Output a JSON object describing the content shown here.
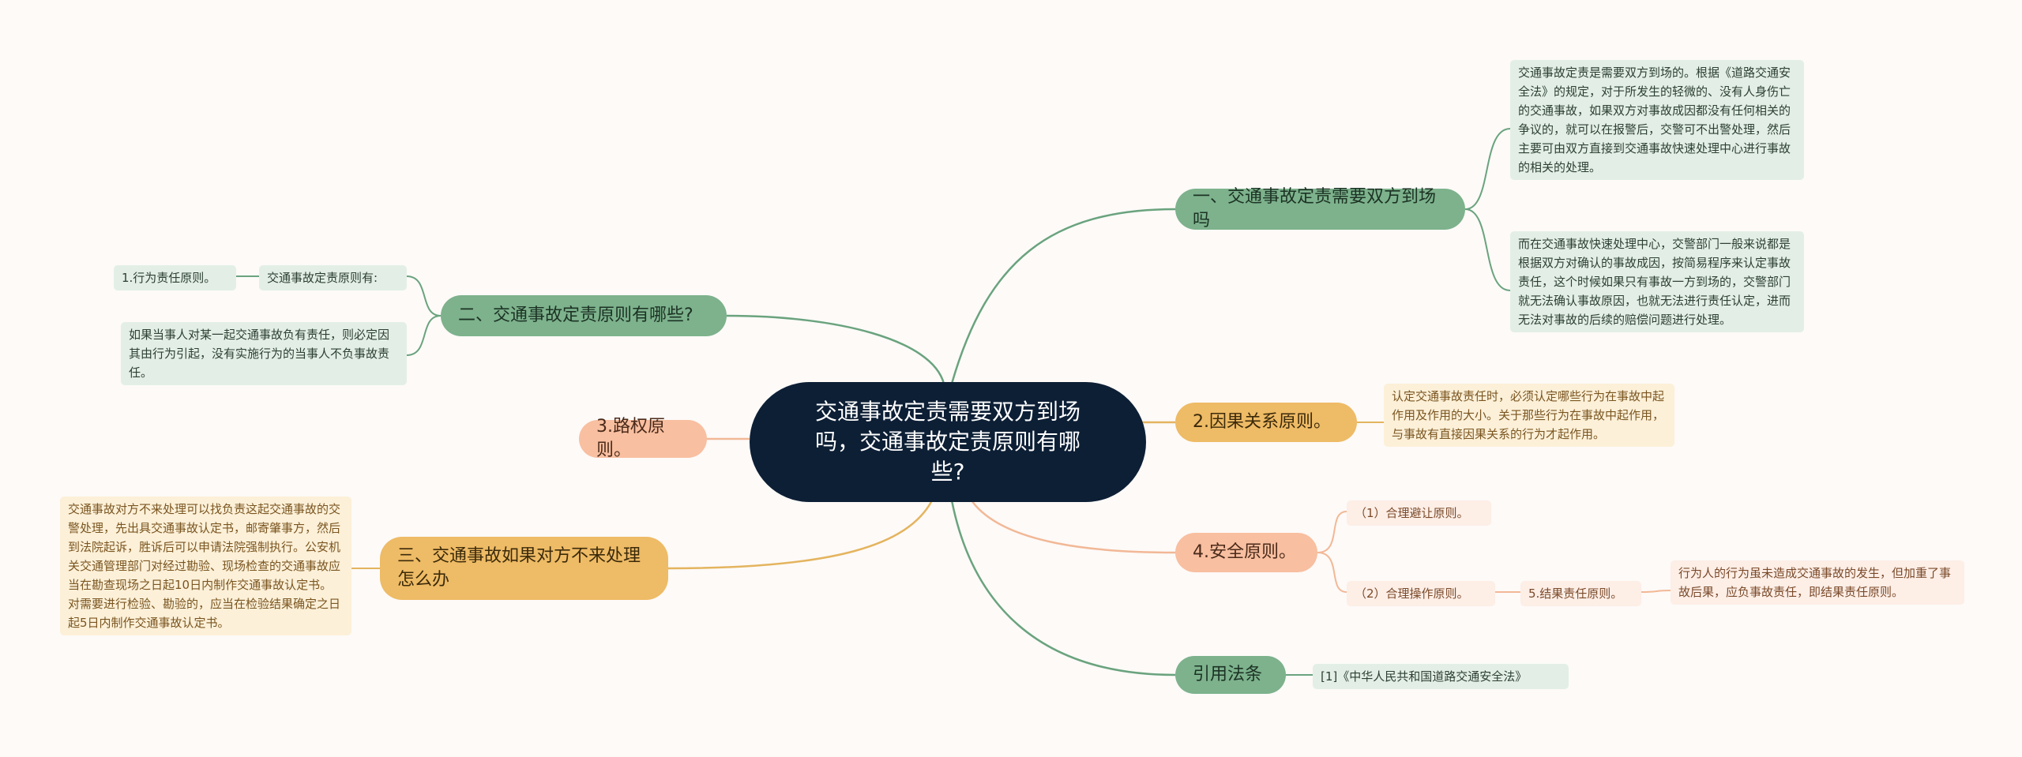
{
  "center": {
    "title": "交通事故定责需要双方到场吗，交通事故定责原则有哪些?"
  },
  "branches": {
    "b1": {
      "label": "一、交通事故定责需要双方到场吗"
    },
    "b2": {
      "label": "二、交通事故定责原则有哪些?"
    },
    "b3": {
      "label": "三、交通事故如果对方不来处理怎么办"
    },
    "causal": {
      "label": "2.因果关系原则。"
    },
    "right_of_way": {
      "label": "3.路权原则。"
    },
    "safety": {
      "label": "4.安全原则。"
    },
    "citation": {
      "label": "引用法条"
    }
  },
  "notes": {
    "b1_n1": "交通事故定责是需要双方到场的。根据《道路交通安全法》的规定，对于所发生的轻微的、没有人身伤亡的交通事故，如果双方对事故成因都没有任何相关的争议的，就可以在报警后，交警可不出警处理，然后主要可由双方直接到交通事故快速处理中心进行事故的相关的处理。",
    "b1_n2": "而在交通事故快速处理中心，交警部门一般来说都是根据双方对确认的事故成因，按简易程序来认定事故责任，这个时候如果只有事故一方到场的，交警部门就无法确认事故原因，也就无法进行责任认定，进而无法对事故的后续的赔偿问题进行处理。",
    "b2_sub": "交通事故定责原则有:",
    "b2_leaf": "1.行为责任原则。",
    "b2_n2": "如果当事人对某一起交通事故负有责任，则必定因其由行为引起，没有实施行为的当事人不负事故责任。",
    "causal_n": "认定交通事故责任时，必须认定哪些行为在事故中起作用及作用的大小。关于那些行为在事故中起作用，与事故有直接因果关系的行为才起作用。",
    "b3_n": "交通事故对方不来处理可以找负责这起交通事故的交警处理，先出具交通事故认定书，邮寄肇事方，然后到法院起诉，胜诉后可以申请法院强制执行。公安机关交通管理部门对经过勘验、现场检查的交通事故应当在勘查现场之日起10日内制作交通事故认定书。对需要进行检验、勘验的，应当在检验结果确定之日起5日内制作交通事故认定书。",
    "safety_1": "（1）合理避让原则。",
    "safety_2": "（2）合理操作原则。",
    "safety_5": "5.结果责任原则。",
    "safety_5_n": "行为人的行为虽未造成交通事故的发生，但加重了事故后果，应负事故责任，即结果责任原则。",
    "citation_n": "[1]《中华人民共和国道路交通安全法》"
  },
  "colors": {
    "background": "#fdfaf8",
    "center": "#0d1f35",
    "green": "#7db28c",
    "orange": "#eebb66",
    "salmon": "#f8bfa0",
    "link_green": "#6aa37e",
    "link_orange": "#e4b45e",
    "link_salmon": "#f2b896"
  }
}
